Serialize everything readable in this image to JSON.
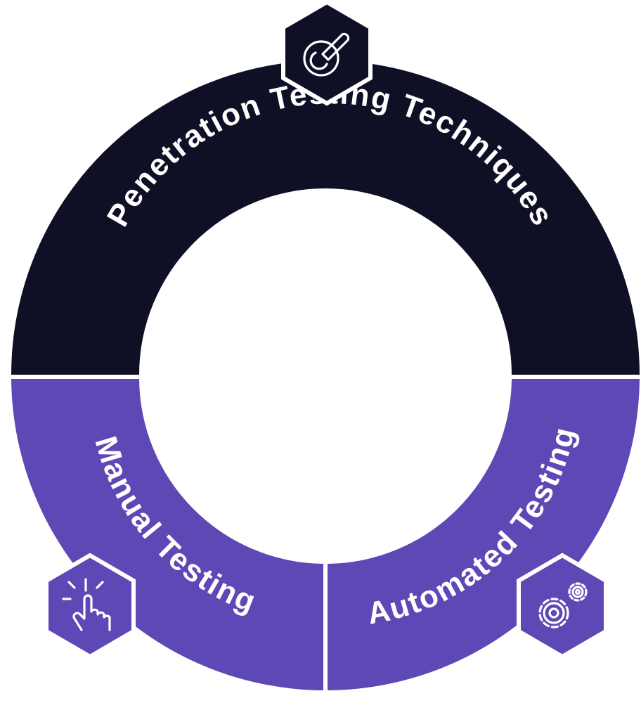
{
  "diagram": {
    "top_segment": {
      "label": "Penetration Testing Techniques",
      "color": "#0f0f26",
      "icon": "pick-tool-icon"
    },
    "left_segment": {
      "label": "Manual Testing",
      "color": "#5e48b5",
      "icon": "tap-hand-icon"
    },
    "right_segment": {
      "label": "Automated Testing",
      "color": "#5e48b5",
      "icon": "gears-icon"
    },
    "background": "#ffffff"
  }
}
